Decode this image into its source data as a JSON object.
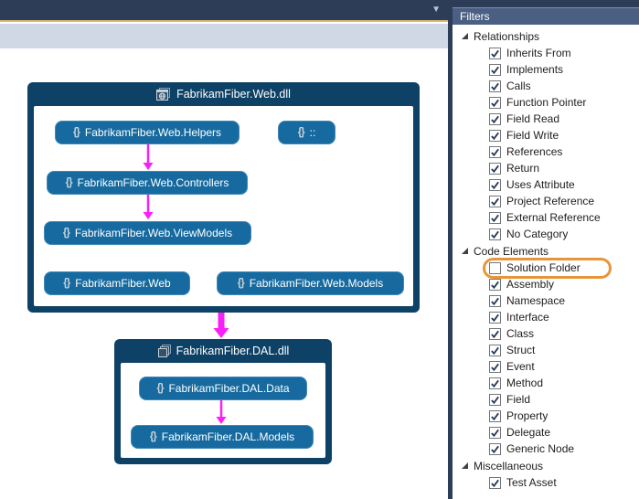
{
  "toolbar": {
    "dropdown_icon": "▼"
  },
  "colors": {
    "toolbar": "#2d3c57",
    "gold_accent": "#d6ba6d",
    "toolbar_strip": "#d0d7e5",
    "panel_header": "#4a5f82",
    "container_fill": "#0e4166",
    "node_fill": "#176a9f",
    "edge_magenta": "#fa1ffa",
    "highlight_orange": "#e8953a"
  },
  "graph": {
    "namespace_icon_glyph": "{}",
    "containers": [
      {
        "title": "FabrikamFiber.Web.dll",
        "icon": "web-assembly-icon"
      },
      {
        "title": "FabrikamFiber.DAL.dll",
        "icon": "dal-assembly-icon"
      }
    ],
    "nodes": [
      {
        "label": "FabrikamFiber.Web.Helpers"
      },
      {
        "label": "::"
      },
      {
        "label": "FabrikamFiber.Web.Controllers"
      },
      {
        "label": "FabrikamFiber.Web.ViewModels"
      },
      {
        "label": "FabrikamFiber.Web"
      },
      {
        "label": "FabrikamFiber.Web.Models"
      },
      {
        "label": "FabrikamFiber.DAL.Data"
      },
      {
        "label": "FabrikamFiber.DAL.Models"
      }
    ],
    "edges": [
      {
        "from": "FabrikamFiber.Web.Helpers",
        "to": "FabrikamFiber.Web.Controllers"
      },
      {
        "from": "FabrikamFiber.Web.Controllers",
        "to": "FabrikamFiber.Web.ViewModels"
      },
      {
        "from": "FabrikamFiber.Web.dll",
        "to": "FabrikamFiber.DAL.dll",
        "weight": "thick"
      },
      {
        "from": "FabrikamFiber.DAL.Data",
        "to": "FabrikamFiber.DAL.Models"
      }
    ]
  },
  "panel": {
    "title": "Filters",
    "sections": [
      {
        "label": "Relationships",
        "items": [
          {
            "label": "Inherits From",
            "checked": true
          },
          {
            "label": "Implements",
            "checked": true
          },
          {
            "label": "Calls",
            "checked": true
          },
          {
            "label": "Function Pointer",
            "checked": true
          },
          {
            "label": "Field Read",
            "checked": true
          },
          {
            "label": "Field Write",
            "checked": true
          },
          {
            "label": "References",
            "checked": true
          },
          {
            "label": "Return",
            "checked": true
          },
          {
            "label": "Uses Attribute",
            "checked": true
          },
          {
            "label": "Project Reference",
            "checked": true
          },
          {
            "label": "External Reference",
            "checked": true
          },
          {
            "label": "No Category",
            "checked": true
          }
        ]
      },
      {
        "label": "Code Elements",
        "items": [
          {
            "label": "Solution Folder",
            "checked": false,
            "highlighted": true
          },
          {
            "label": "Assembly",
            "checked": true
          },
          {
            "label": "Namespace",
            "checked": true
          },
          {
            "label": "Interface",
            "checked": true
          },
          {
            "label": "Class",
            "checked": true
          },
          {
            "label": "Struct",
            "checked": true
          },
          {
            "label": "Event",
            "checked": true
          },
          {
            "label": "Method",
            "checked": true
          },
          {
            "label": "Field",
            "checked": true
          },
          {
            "label": "Property",
            "checked": true
          },
          {
            "label": "Delegate",
            "checked": true
          },
          {
            "label": "Generic Node",
            "checked": true
          }
        ]
      },
      {
        "label": "Miscellaneous",
        "items": [
          {
            "label": "Test Asset",
            "checked": true
          }
        ]
      }
    ]
  }
}
